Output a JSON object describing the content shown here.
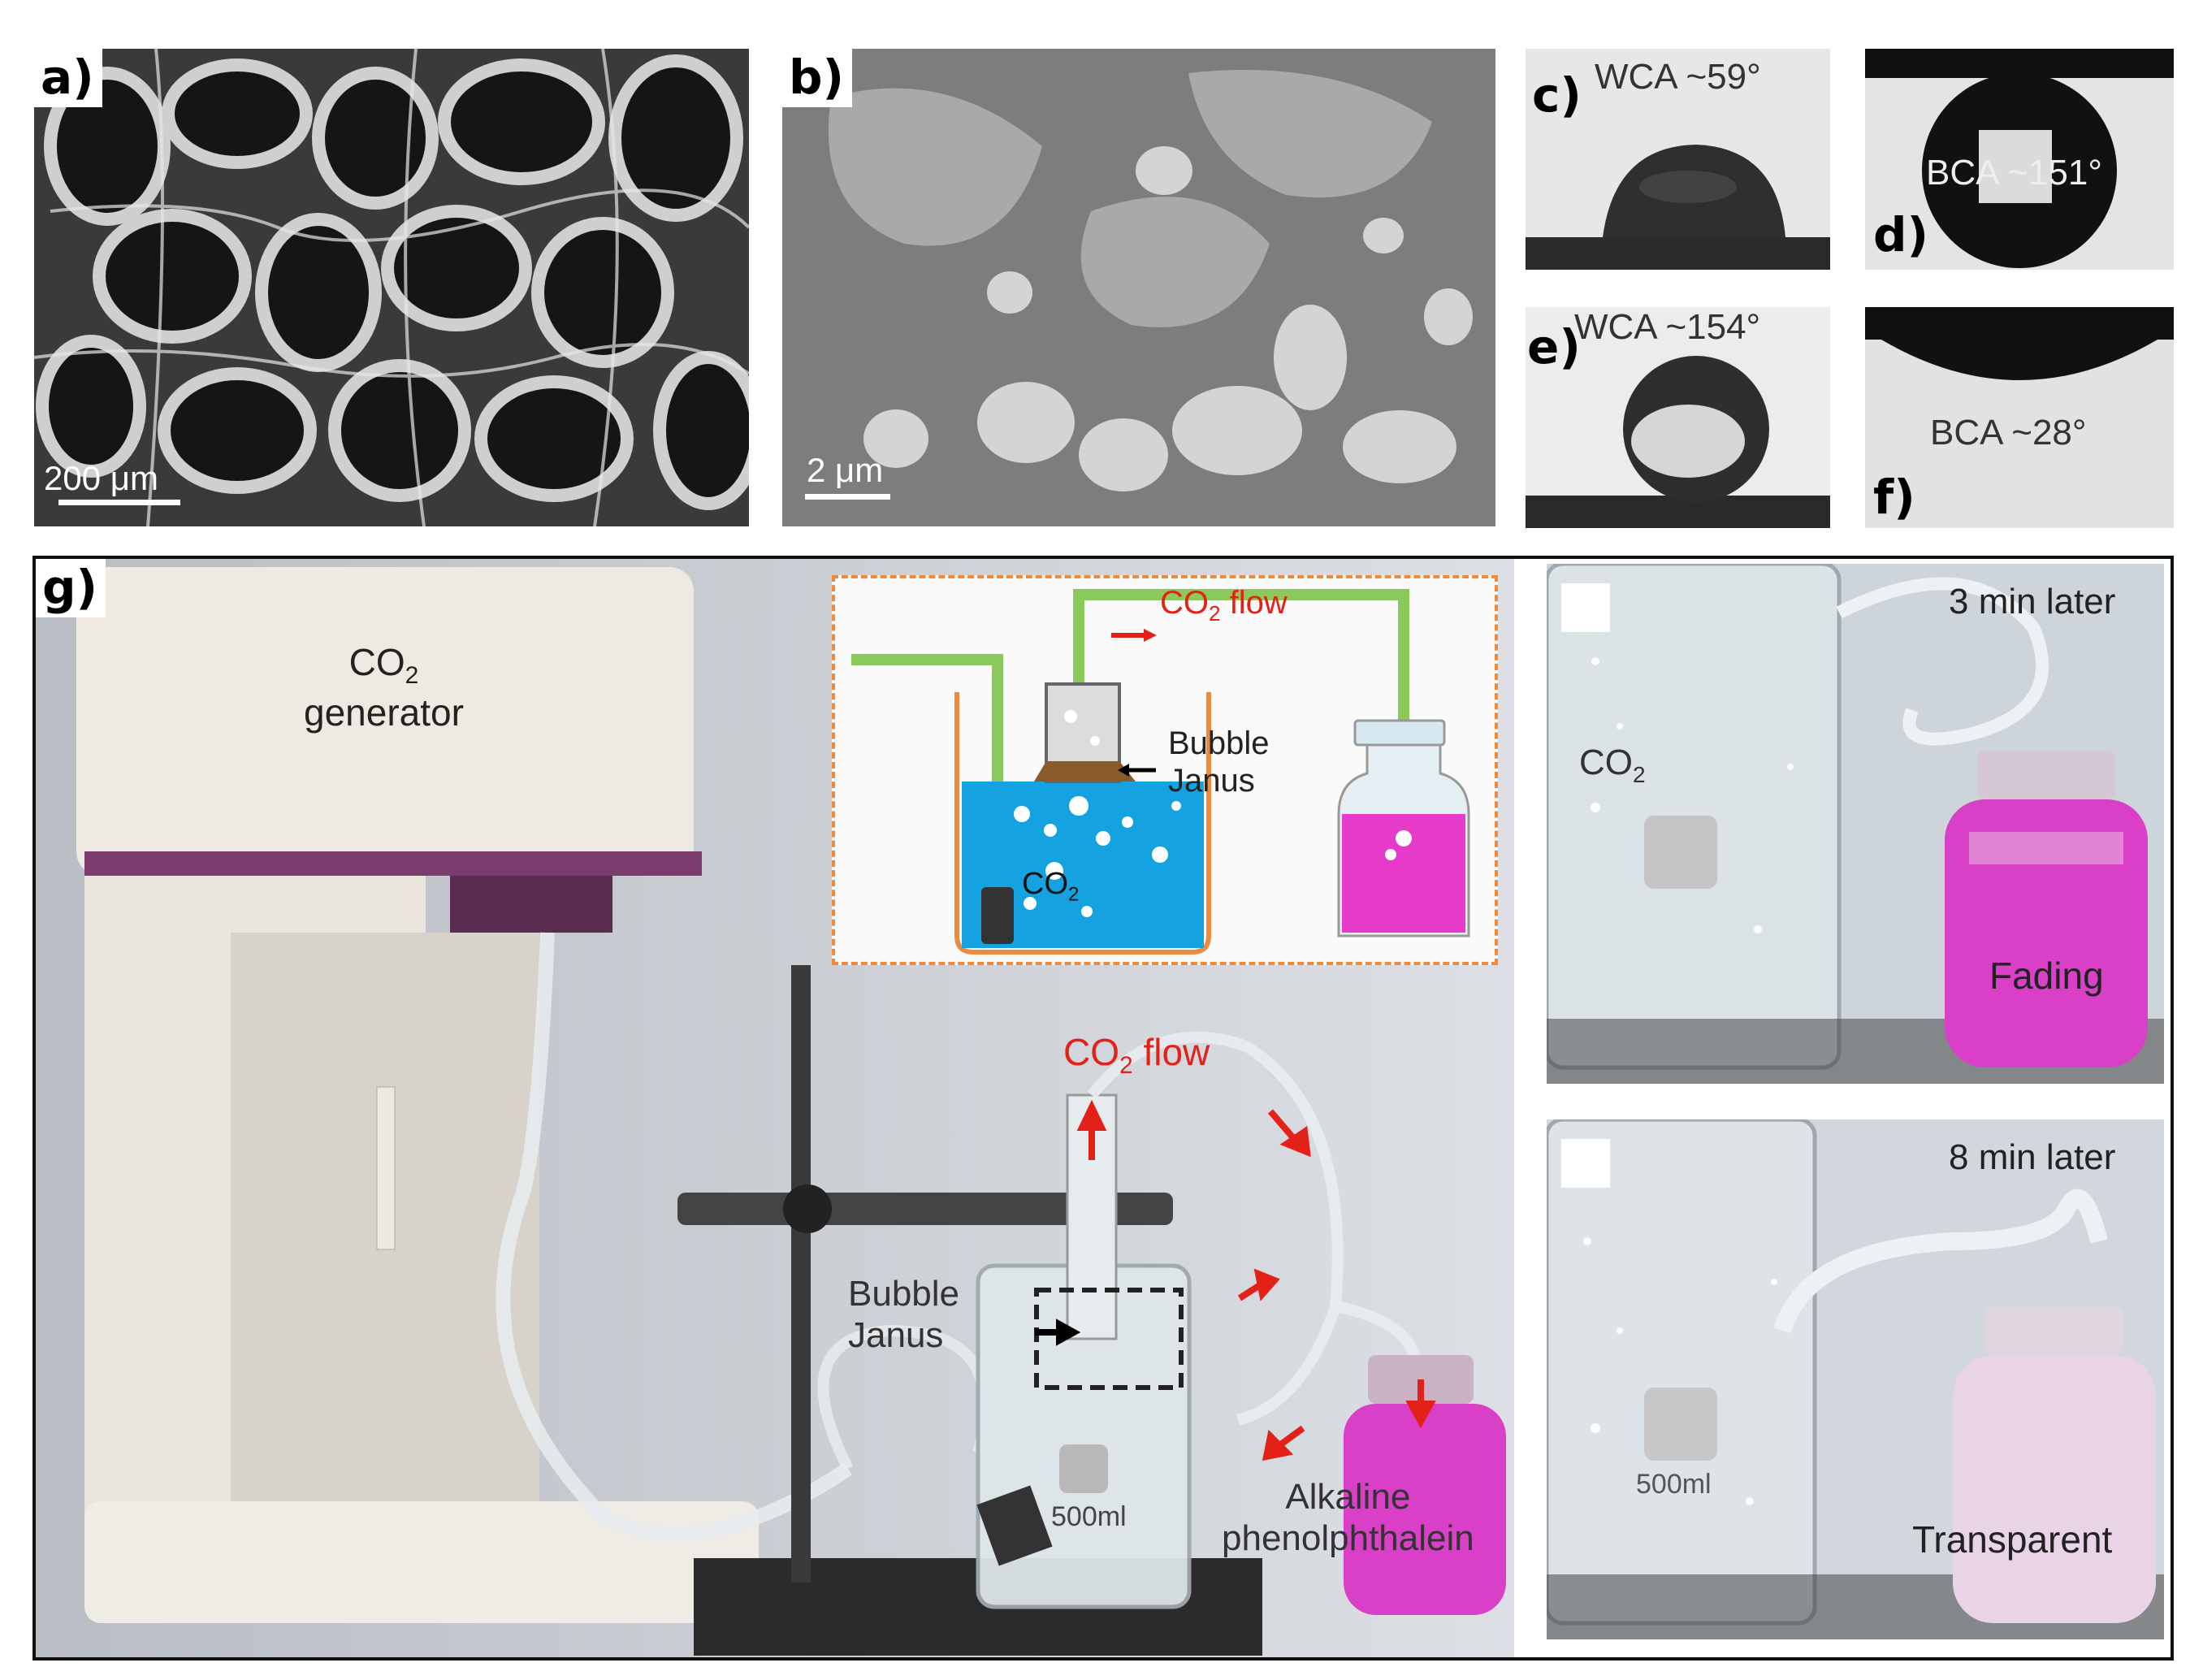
{
  "figure": {
    "panels": {
      "a": {
        "label": "a)",
        "scale": "200 μm"
      },
      "b": {
        "label": "b)",
        "scale": "2 μm"
      },
      "c": {
        "label": "c)",
        "angle": "WCA ~59°"
      },
      "d": {
        "label": "d)",
        "angle": "BCA ~151°"
      },
      "e": {
        "label": "e)",
        "angle": "WCA ~154°"
      },
      "f": {
        "label": "f)",
        "angle": "BCA ~28°"
      },
      "g": {
        "label": "g)",
        "generator": {
          "line1": "CO",
          "sub": "2",
          "line2": "generator"
        },
        "inset": {
          "flow": {
            "pre": "CO",
            "sub": "2",
            "post": " flow"
          },
          "bubble_janus": "Bubble\nJanus",
          "co2": {
            "pre": "CO",
            "sub": "2"
          }
        },
        "flow_label": {
          "pre": "CO",
          "sub": "2",
          "post": " flow"
        },
        "bubble_janus": "Bubble\nJanus",
        "beaker_mark": "500ml",
        "alkaline": "Alkaline\nphenolphthalein"
      },
      "top_right": {
        "time": "3 min later",
        "co2": {
          "pre": "CO",
          "sub": "2"
        },
        "status": "Fading"
      },
      "bottom_right": {
        "time": "8 min later",
        "beaker_mark": "500ml",
        "status": "Transparent"
      }
    },
    "colors": {
      "magenta": "#d93fc7",
      "light_pink": "#e9d3e6",
      "tube_green": "#8cc95c",
      "water_blue": "#14a3e0",
      "inset_border": "#ee8a3c",
      "arrow_red": "#e32119",
      "generator_purple": "#7b3d6e"
    }
  }
}
